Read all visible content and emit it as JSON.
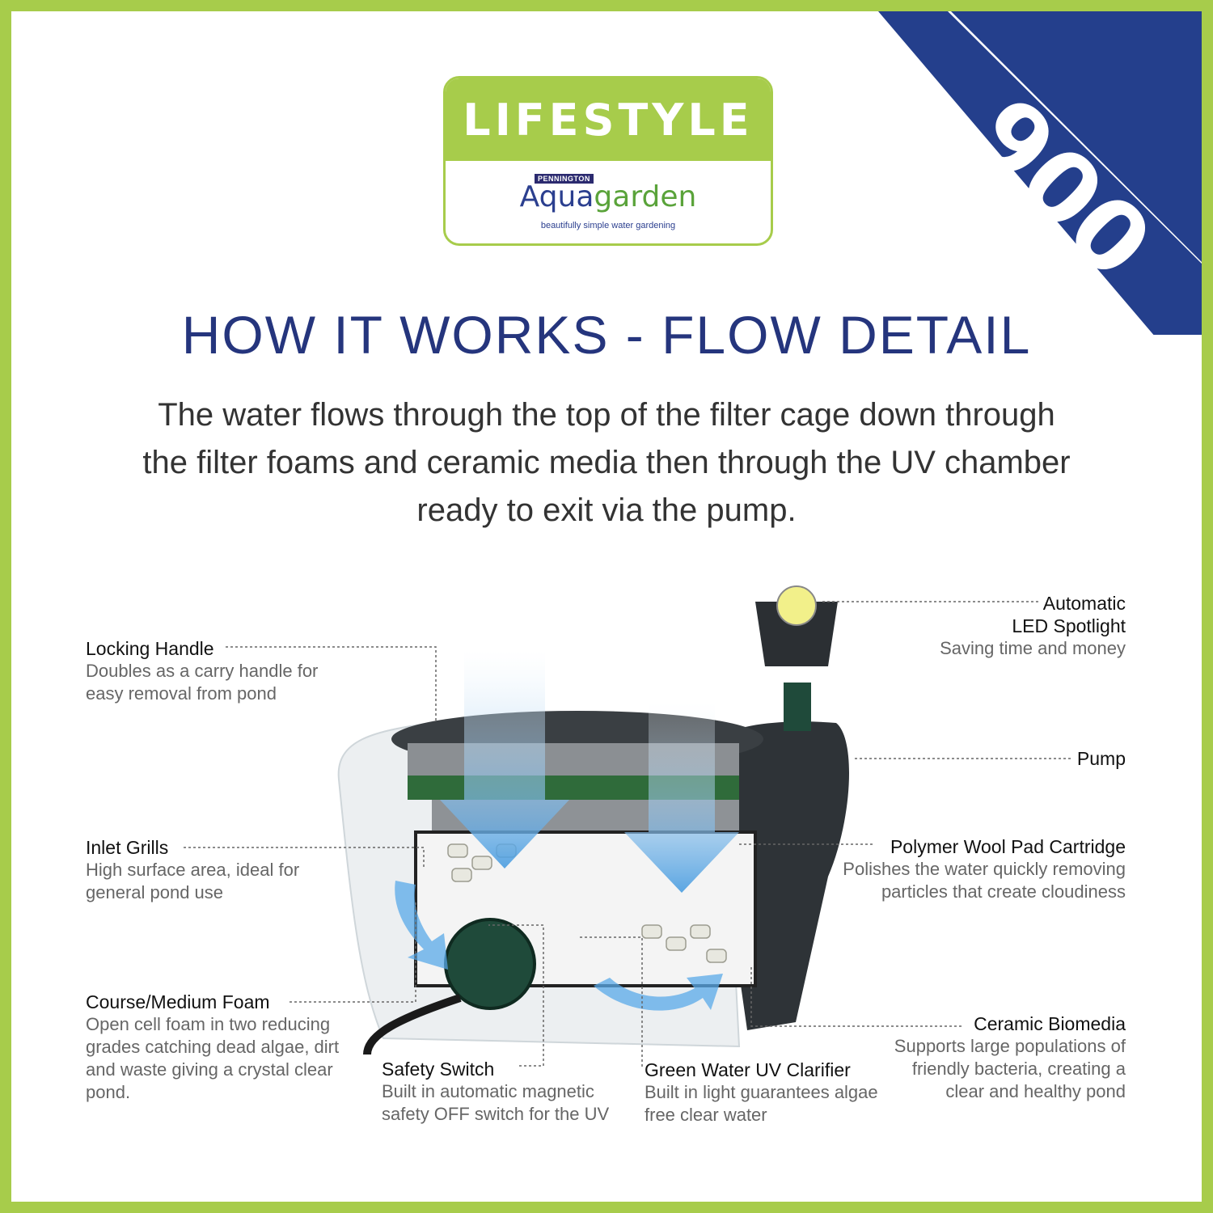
{
  "badge": {
    "number": "900",
    "color": "#243f8c"
  },
  "logo": {
    "series": "LIFESTYLE",
    "maker": "PENNINGTON",
    "brand_part1": "Aqua",
    "brand_part2": "garden",
    "tagline": "beautifully simple water gardening"
  },
  "heading": "HOW IT WORKS - FLOW DETAIL",
  "intro": "The water flows through the top of the filter cage down through the filter foams and ceramic media then through the UV chamber ready to exit via the pump.",
  "callouts": {
    "locking_handle": {
      "title": "Locking Handle",
      "desc": "Doubles as a carry handle for easy removal from pond"
    },
    "inlet_grills": {
      "title": "Inlet Grills",
      "desc": "High surface area, ideal for general pond use"
    },
    "foam": {
      "title": "Course/Medium Foam",
      "desc": "Open cell foam in two reducing grades catching dead algae, dirt and waste giving a crystal clear pond."
    },
    "safety_switch": {
      "title": "Safety Switch",
      "desc": "Built in automatic magnetic safety OFF switch for the UV"
    },
    "uv_clarifier": {
      "title": "Green Water UV Clarifier",
      "desc": "Built in light guarantees algae free clear water"
    },
    "ceramic": {
      "title": "Ceramic Biomedia",
      "desc": "Supports large populations of friendly bacteria, creating a clear and healthy pond"
    },
    "polymer": {
      "title": "Polymer Wool Pad Cartridge",
      "desc": "Polishes the water quickly removing particles that create cloudiness"
    },
    "pump": {
      "title": "Pump"
    },
    "led": {
      "title1": "Automatic",
      "title2": "LED Spotlight",
      "desc": "Saving time and money"
    }
  },
  "colors": {
    "frame": "#a7cc4b",
    "heading": "#25357d",
    "flow": "#5aa9e8"
  }
}
